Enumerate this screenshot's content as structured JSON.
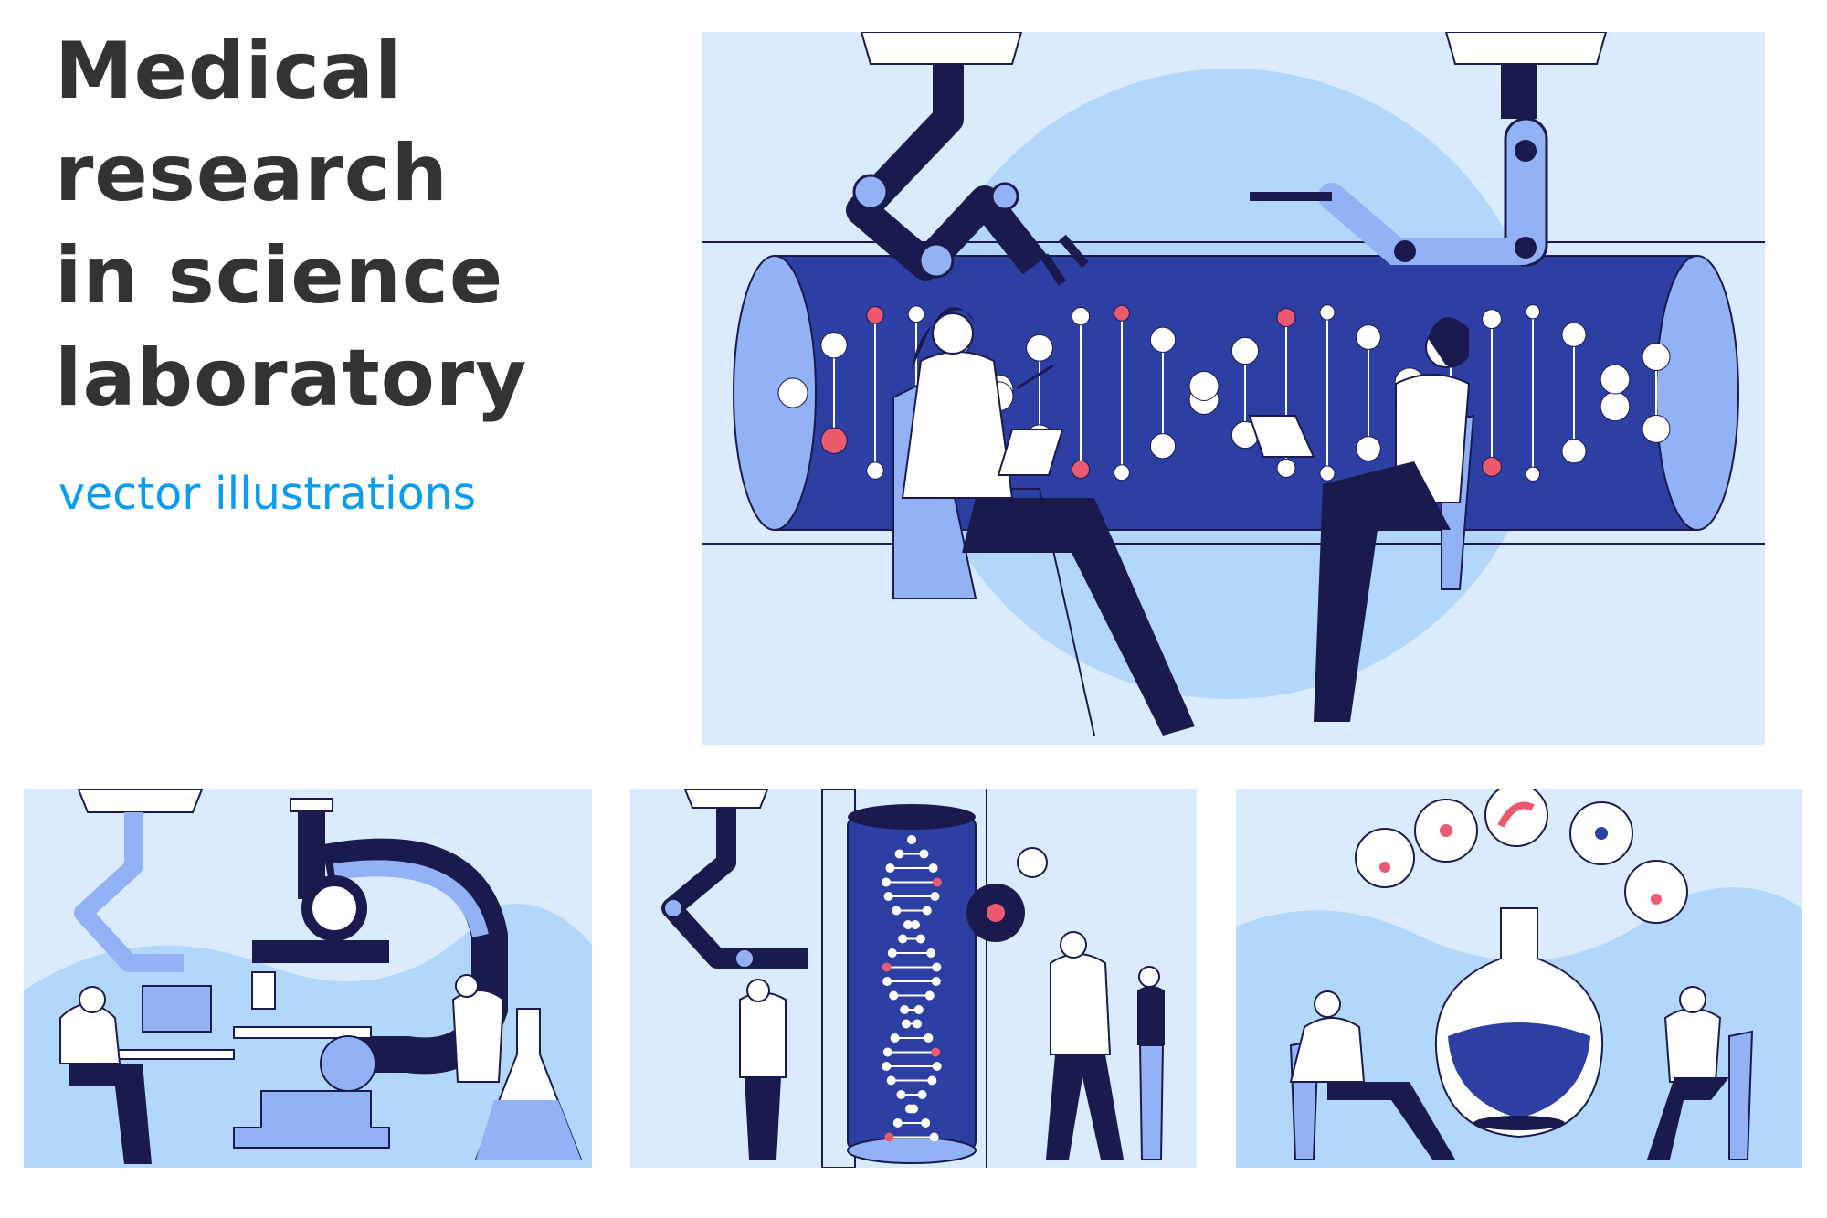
{
  "title_lines": [
    "Medical",
    "research",
    "in science",
    "laboratory"
  ],
  "subtitle": "vector illustrations",
  "colors": {
    "title": "#333333",
    "subtitle": "#0a9cf0",
    "panel_bg": "#d9ebfc",
    "navy": "#1a1a4e",
    "tube_blue": "#2e3fa3",
    "light_blue": "#93b1f5",
    "accent_red": "#ec5a6f"
  }
}
